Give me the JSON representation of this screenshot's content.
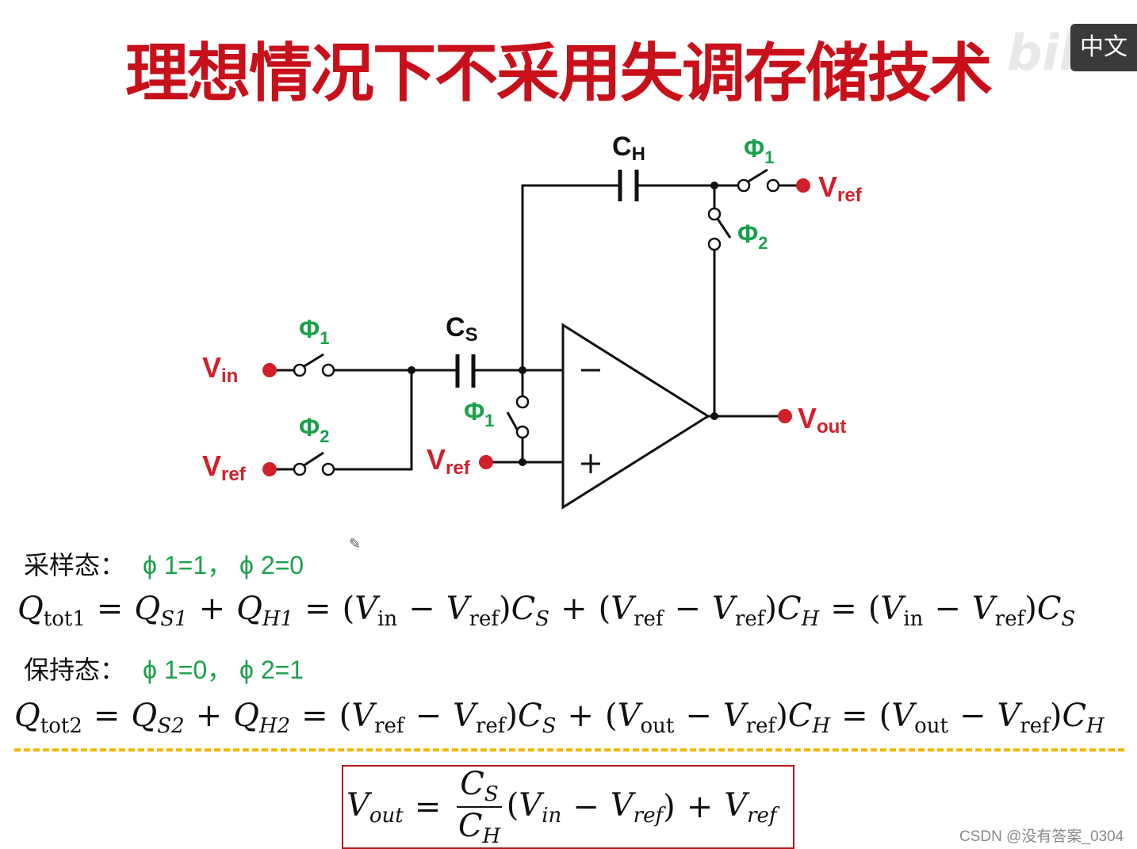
{
  "title": "理想情况下不采用失调存储技术",
  "badge": "中文",
  "watermark": "bilibili",
  "colors": {
    "title": "#c8101a",
    "label_red": "#d0202a",
    "label_green": "#1aa14a",
    "dash": "#f2b800",
    "box": "#b01a1a"
  },
  "circuit": {
    "CH": {
      "main": "C",
      "sub": "H"
    },
    "CS": {
      "main": "C",
      "sub": "S"
    },
    "phi1_top": {
      "main": "Φ",
      "sub": "1"
    },
    "phi2_top": {
      "main": "Φ",
      "sub": "2"
    },
    "phi1_in": {
      "main": "Φ",
      "sub": "1"
    },
    "phi2_in": {
      "main": "Φ",
      "sub": "2"
    },
    "phi1_mid": {
      "main": "Φ",
      "sub": "1"
    },
    "vref_top": {
      "main": "V",
      "sub": "ref"
    },
    "vin": {
      "main": "V",
      "sub": "in"
    },
    "vref_in": {
      "main": "V",
      "sub": "ref"
    },
    "vref_mid": {
      "main": "V",
      "sub": "ref"
    },
    "vout": {
      "main": "V",
      "sub": "out"
    },
    "minus": "−",
    "plus": "+"
  },
  "sampling": {
    "label": "采样态：",
    "cond": "ϕ 1=1， ϕ 2=0"
  },
  "holding": {
    "label": "保持态：",
    "cond": "ϕ 1=0， ϕ 2=1"
  },
  "eq1": [
    [
      "Q",
      "tot1"
    ],
    [
      "="
    ],
    [
      "Q",
      "S1"
    ],
    [
      "+"
    ],
    [
      "Q",
      "H1"
    ],
    [
      "="
    ],
    [
      "(V",
      "in"
    ],
    [
      "−"
    ],
    [
      "V",
      "ref"
    ],
    [
      ")C",
      "S"
    ],
    [
      "+"
    ],
    [
      "(V",
      "ref"
    ],
    [
      "−"
    ],
    [
      "V",
      "ref"
    ],
    [
      ")C",
      "H"
    ],
    [
      "="
    ],
    [
      "(V",
      "in"
    ],
    [
      "−"
    ],
    [
      "V",
      "ref"
    ],
    [
      ")C",
      "S"
    ]
  ],
  "eq2": [
    [
      "Q",
      "tot2"
    ],
    [
      "="
    ],
    [
      "Q",
      "S2"
    ],
    [
      "+"
    ],
    [
      "Q",
      "H2"
    ],
    [
      "="
    ],
    [
      "(V",
      "ref"
    ],
    [
      "−"
    ],
    [
      "V",
      "ref"
    ],
    [
      ")C",
      "S"
    ],
    [
      "+"
    ],
    [
      "(V",
      "out"
    ],
    [
      "−"
    ],
    [
      "V",
      "ref"
    ],
    [
      ")C",
      "H"
    ],
    [
      "="
    ],
    [
      "(V",
      "out"
    ],
    [
      "−"
    ],
    [
      "V",
      "ref"
    ],
    [
      ")C",
      "H"
    ]
  ],
  "result": {
    "lhs": [
      "V",
      "out"
    ],
    "eq": "=",
    "num": [
      "C",
      "S"
    ],
    "den": [
      "C",
      "H"
    ],
    "rest": [
      [
        "(V",
        "in"
      ],
      [
        "−"
      ],
      [
        "V",
        "ref"
      ],
      [
        ")"
      ],
      [
        "+"
      ],
      [
        "V",
        "ref"
      ]
    ]
  },
  "credit": "CSDN @没有答案_0304"
}
